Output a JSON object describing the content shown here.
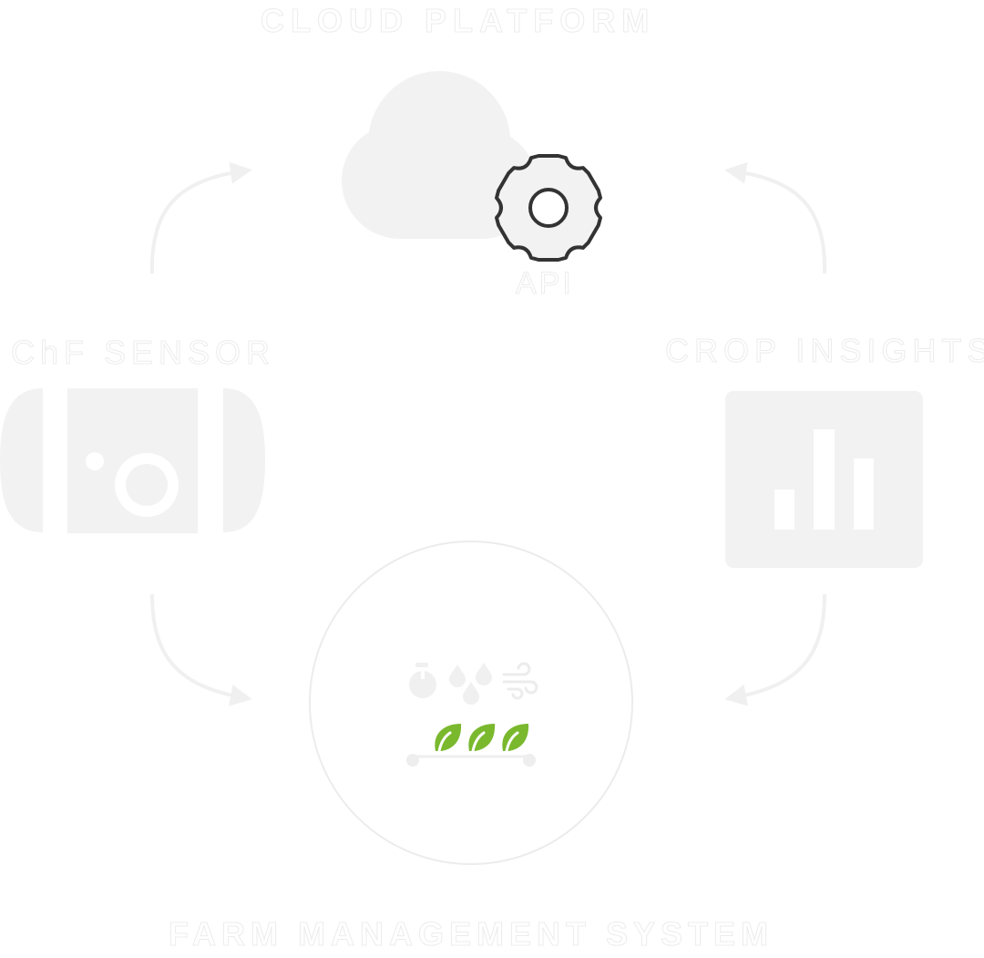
{
  "title": "Cloud platform data flow",
  "colors": {
    "icon_fill": "#f2f2f2",
    "gear_stroke": "#333333",
    "leaf_green": "#7ab82e",
    "background": "#ffffff"
  },
  "nodes": {
    "cloud": {
      "label": "CLOUD PLATFORM",
      "icon": "cloud-icon",
      "sub_label": "API",
      "sub_icon": "gear-icon"
    },
    "sensor": {
      "label": "ChF SENSOR",
      "icon": "camera-sensor-icon"
    },
    "insights": {
      "label": "CROP INSIGHTS",
      "icon": "bar-chart-icon"
    },
    "farm": {
      "label": "FARM MANAGEMENT SYSTEM",
      "icons": [
        "thermometer-icon",
        "water-drops-icon",
        "wind-icon",
        "leaf-icon",
        "leaf-icon",
        "leaf-icon"
      ]
    }
  },
  "edges": [
    {
      "from": "sensor",
      "to": "cloud",
      "icon": "curved-arrow-icon"
    },
    {
      "from": "insights",
      "to": "cloud",
      "icon": "curved-arrow-icon"
    },
    {
      "from": "sensor",
      "to": "farm",
      "icon": "curved-arrow-icon"
    },
    {
      "from": "insights",
      "to": "farm",
      "icon": "curved-arrow-icon"
    }
  ]
}
